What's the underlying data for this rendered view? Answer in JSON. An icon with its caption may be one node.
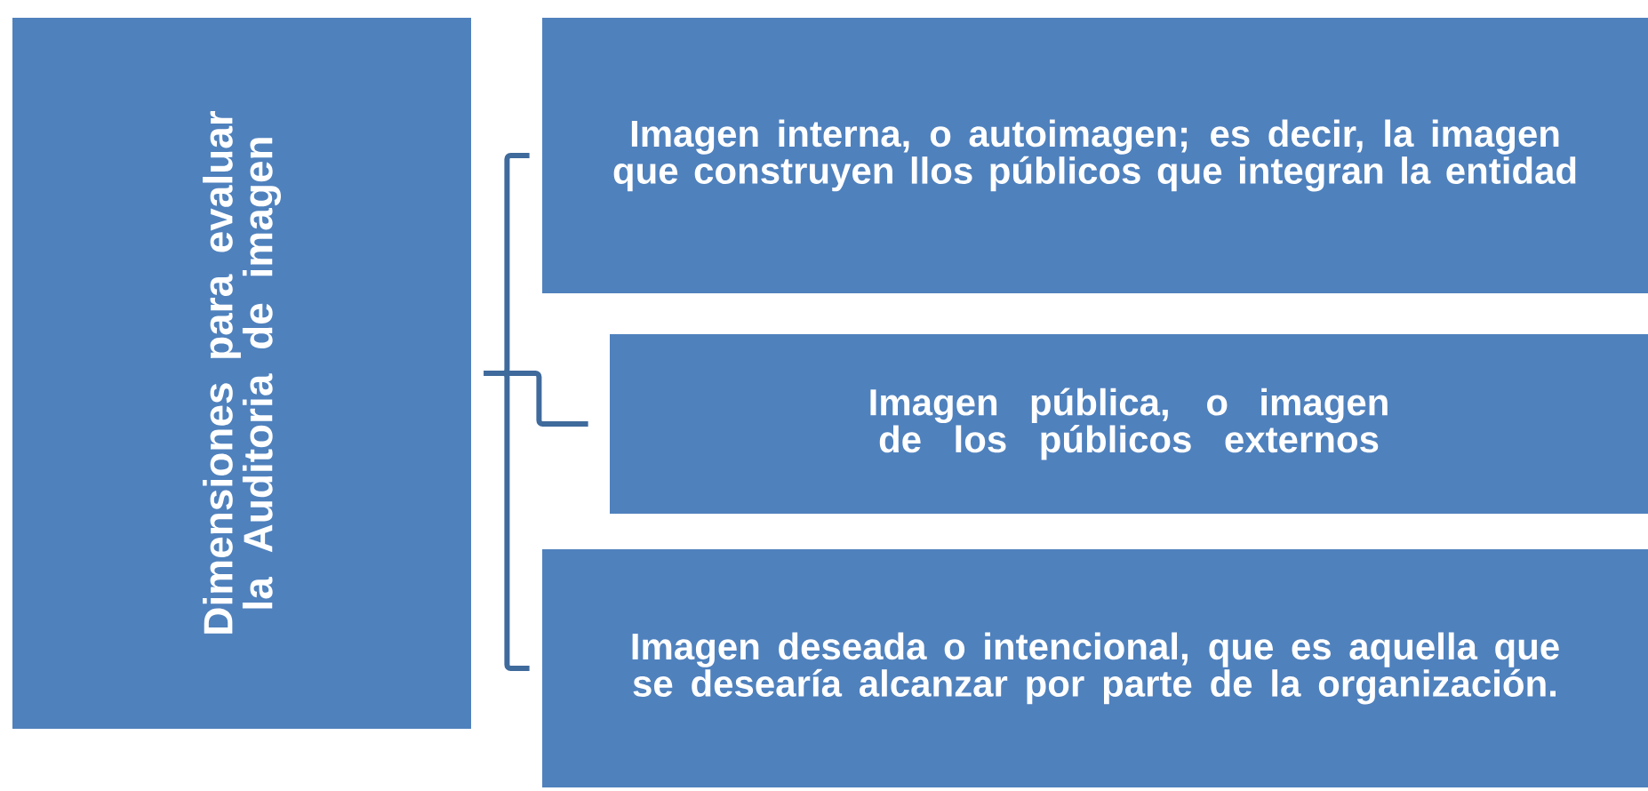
{
  "diagram": {
    "nodes": [
      {
        "text": [
          "Dimensiones para evaluar la Auditoria de imagen"
        ]
      },
      {
        "text": [
          "Imagen interna, o autoimagen; es decir, la imagen que construyen llos públicos que integran la entidad"
        ]
      },
      {
        "text": [
          "Imagen pública, o imagen de los públicos externos"
        ]
      },
      {
        "text": [
          "Imagen deseada o intencional, que es aquella que se desearía alcanzar por parte de la organización."
        ]
      }
    ],
    "edges": [
      {
        "from": 0,
        "to": 1,
        "arrow": "none"
      },
      {
        "from": 0,
        "to": 2,
        "arrow": "none"
      },
      {
        "from": 0,
        "to": 3,
        "arrow": "none"
      }
    ]
  }
}
